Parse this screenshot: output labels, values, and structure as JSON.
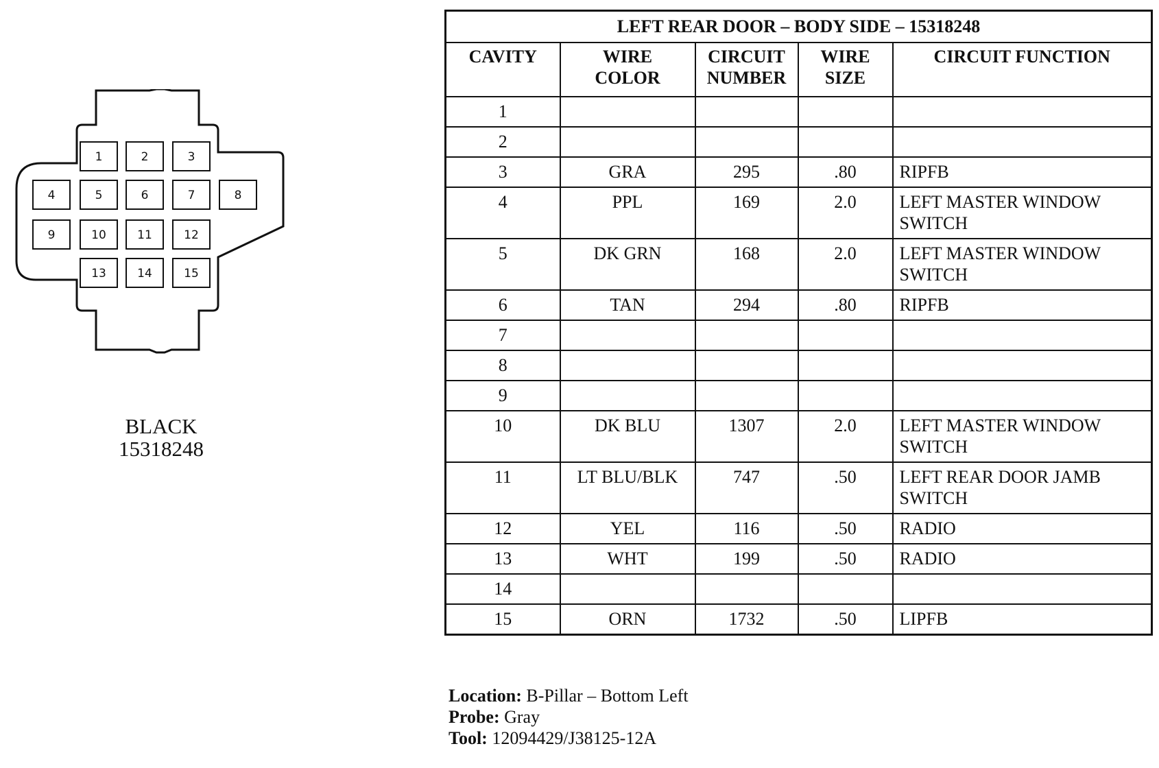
{
  "connector": {
    "color": "BLACK",
    "part_number": "15318248",
    "cavities": [
      "1",
      "2",
      "3",
      "4",
      "5",
      "6",
      "7",
      "8",
      "9",
      "10",
      "11",
      "12",
      "13",
      "14",
      "15"
    ]
  },
  "table": {
    "title": "LEFT REAR DOOR – BODY SIDE – 15318248",
    "headers": {
      "cavity": "CAVITY",
      "wire_color_1": "WIRE",
      "wire_color_2": "COLOR",
      "circuit_number_1": "CIRCUIT",
      "circuit_number_2": "NUMBER",
      "wire_size_1": "WIRE",
      "wire_size_2": "SIZE",
      "circuit_function": "CIRCUIT FUNCTION"
    },
    "rows": [
      {
        "cavity": "1",
        "color": "",
        "circuit": "",
        "size": "",
        "function": ""
      },
      {
        "cavity": "2",
        "color": "",
        "circuit": "",
        "size": "",
        "function": ""
      },
      {
        "cavity": "3",
        "color": "GRA",
        "circuit": "295",
        "size": ".80",
        "function": "RIPFB"
      },
      {
        "cavity": "4",
        "color": "PPL",
        "circuit": "169",
        "size": "2.0",
        "function": "LEFT MASTER WINDOW SWITCH"
      },
      {
        "cavity": "5",
        "color": "DK GRN",
        "circuit": "168",
        "size": "2.0",
        "function": "LEFT MASTER WINDOW SWITCH"
      },
      {
        "cavity": "6",
        "color": "TAN",
        "circuit": "294",
        "size": ".80",
        "function": "RIPFB"
      },
      {
        "cavity": "7",
        "color": "",
        "circuit": "",
        "size": "",
        "function": ""
      },
      {
        "cavity": "8",
        "color": "",
        "circuit": "",
        "size": "",
        "function": ""
      },
      {
        "cavity": "9",
        "color": "",
        "circuit": "",
        "size": "",
        "function": ""
      },
      {
        "cavity": "10",
        "color": "DK BLU",
        "circuit": "1307",
        "size": "2.0",
        "function": "LEFT MASTER WINDOW SWITCH"
      },
      {
        "cavity": "11",
        "color": "LT BLU/BLK",
        "circuit": "747",
        "size": ".50",
        "function": "LEFT REAR DOOR JAMB SWITCH"
      },
      {
        "cavity": "12",
        "color": "YEL",
        "circuit": "116",
        "size": ".50",
        "function": "RADIO"
      },
      {
        "cavity": "13",
        "color": "WHT",
        "circuit": "199",
        "size": ".50",
        "function": "RADIO"
      },
      {
        "cavity": "14",
        "color": "",
        "circuit": "",
        "size": "",
        "function": ""
      },
      {
        "cavity": "15",
        "color": "ORN",
        "circuit": "1732",
        "size": ".50",
        "function": "LIPFB"
      }
    ]
  },
  "notes": {
    "location_label": "Location:",
    "location_value": "B-Pillar – Bottom Left",
    "probe_label": "Probe:",
    "probe_value": "Gray",
    "tool_label": "Tool:",
    "tool_value": "12094429/J38125-12A"
  }
}
